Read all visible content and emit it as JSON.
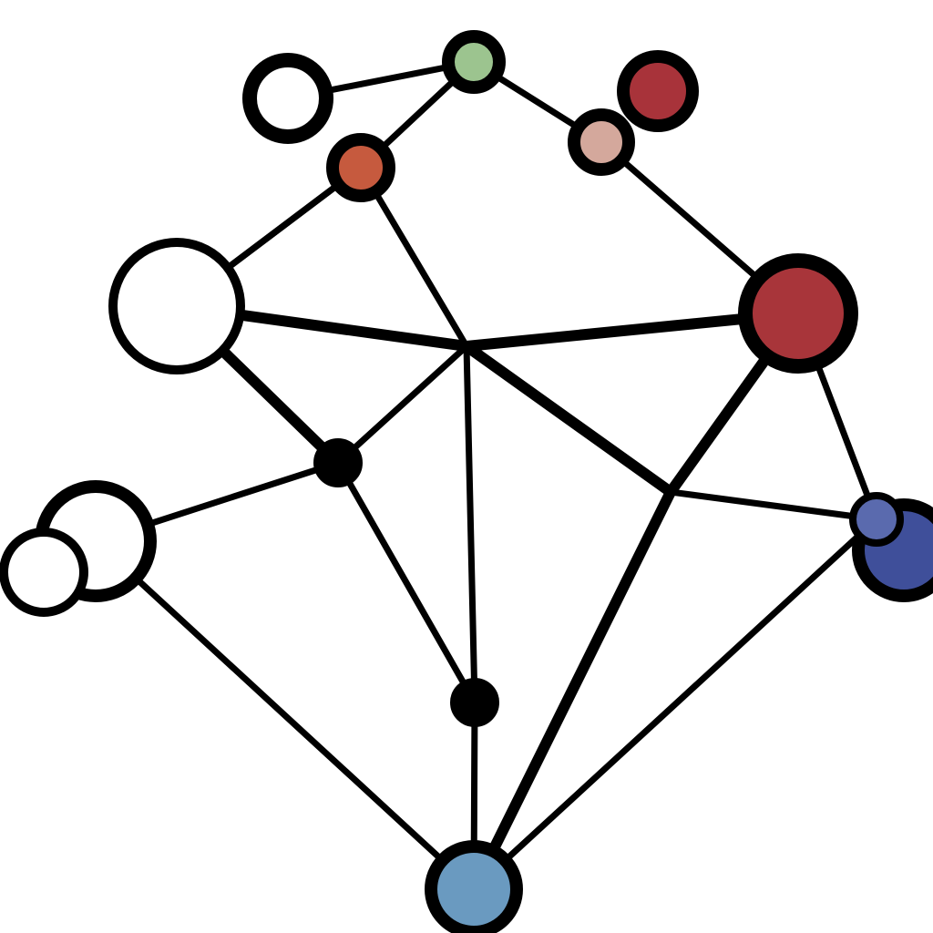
{
  "diagram": {
    "type": "network-graph",
    "background": "#ffffff",
    "edge_color": "#000000",
    "node_outline_color": "#000000",
    "nodes": [
      {
        "id": "n1",
        "fill": "#ffffff"
      },
      {
        "id": "n2",
        "fill": "#9cc48f"
      },
      {
        "id": "n3",
        "fill": "#a8333a"
      },
      {
        "id": "n4",
        "fill": "#d4a89c"
      },
      {
        "id": "n5",
        "fill": "#c65a3e"
      },
      {
        "id": "n6",
        "fill": "#ffffff"
      },
      {
        "id": "n7",
        "fill": "#a8353a"
      },
      {
        "id": "n8",
        "fill": "#000000"
      },
      {
        "id": "n9",
        "fill": "#000000"
      },
      {
        "id": "n10",
        "fill": "#ffffff"
      },
      {
        "id": "n11",
        "fill": "#ffffff"
      },
      {
        "id": "n12",
        "fill": "#3f4f9a"
      },
      {
        "id": "n13",
        "fill": "#5a6aae"
      },
      {
        "id": "n14",
        "fill": "#6a9ac0"
      },
      {
        "id": "hub",
        "fill": "#000000"
      },
      {
        "id": "j1",
        "fill": "#000000"
      }
    ],
    "edges": [
      {
        "from": "n1",
        "to": "n2",
        "weight": "normal"
      },
      {
        "from": "n2",
        "to": "n5",
        "weight": "normal"
      },
      {
        "from": "n2",
        "to": "n4",
        "weight": "normal"
      },
      {
        "from": "n4",
        "to": "n7",
        "weight": "normal"
      },
      {
        "from": "n5",
        "to": "n6",
        "weight": "normal"
      },
      {
        "from": "n5",
        "to": "n6",
        "weight": "normal"
      },
      {
        "from": "n5",
        "to": "hub",
        "weight": "normal"
      },
      {
        "from": "n6",
        "to": "hub",
        "weight": "heavy"
      },
      {
        "from": "hub",
        "to": "n7",
        "weight": "heavy"
      },
      {
        "from": "n6",
        "to": "n8",
        "weight": "heavy"
      },
      {
        "from": "n8",
        "to": "hub",
        "weight": "normal"
      },
      {
        "from": "n8",
        "to": "n10",
        "weight": "normal"
      },
      {
        "from": "n8",
        "to": "n9",
        "weight": "normal"
      },
      {
        "from": "hub",
        "to": "n9",
        "weight": "normal"
      },
      {
        "from": "hub",
        "to": "j1",
        "weight": "heavy"
      },
      {
        "from": "n7",
        "to": "j1",
        "weight": "heavy"
      },
      {
        "from": "n7",
        "to": "n13",
        "weight": "normal"
      },
      {
        "from": "j1",
        "to": "n13",
        "weight": "normal"
      },
      {
        "from": "j1",
        "to": "n14",
        "weight": "heavy"
      },
      {
        "from": "n9",
        "to": "n14",
        "weight": "normal"
      },
      {
        "from": "n10",
        "to": "n14",
        "weight": "normal"
      },
      {
        "from": "n13",
        "to": "n14",
        "weight": "normal"
      }
    ]
  }
}
